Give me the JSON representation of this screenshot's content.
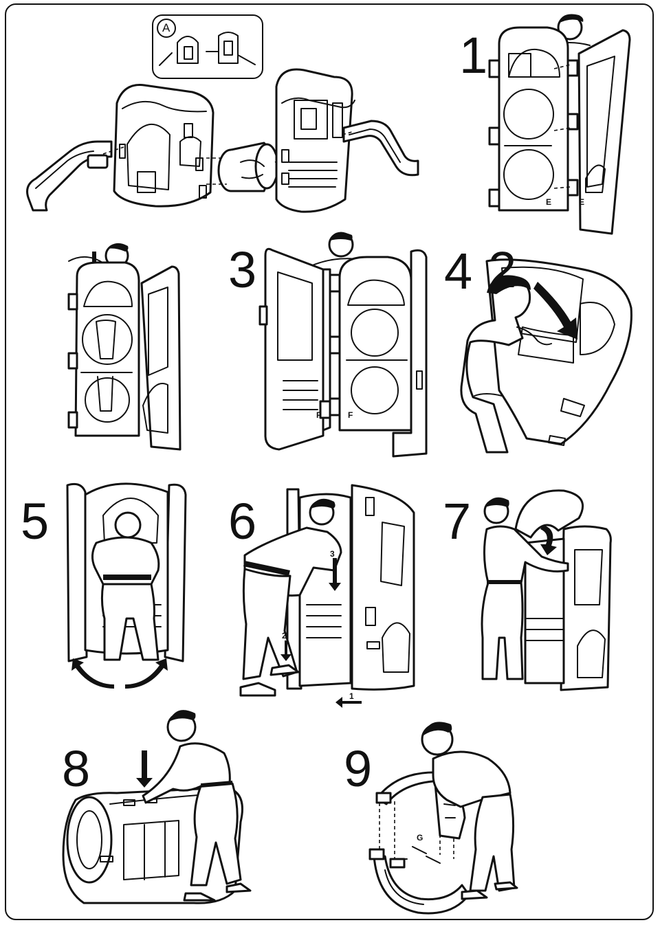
{
  "overview": {
    "badge": "A"
  },
  "steps": [
    {
      "number": "1",
      "labels": [
        "E",
        "E"
      ]
    },
    {
      "number": "2",
      "labels": []
    },
    {
      "number": "3",
      "labels": [
        "F",
        "F"
      ]
    },
    {
      "number": "4",
      "labels": []
    },
    {
      "number": "5",
      "labels": []
    },
    {
      "number": "6",
      "labels": [
        "3",
        "2",
        "1"
      ]
    },
    {
      "number": "7",
      "labels": []
    },
    {
      "number": "8",
      "labels": []
    },
    {
      "number": "9",
      "labels": [
        "G"
      ]
    }
  ]
}
